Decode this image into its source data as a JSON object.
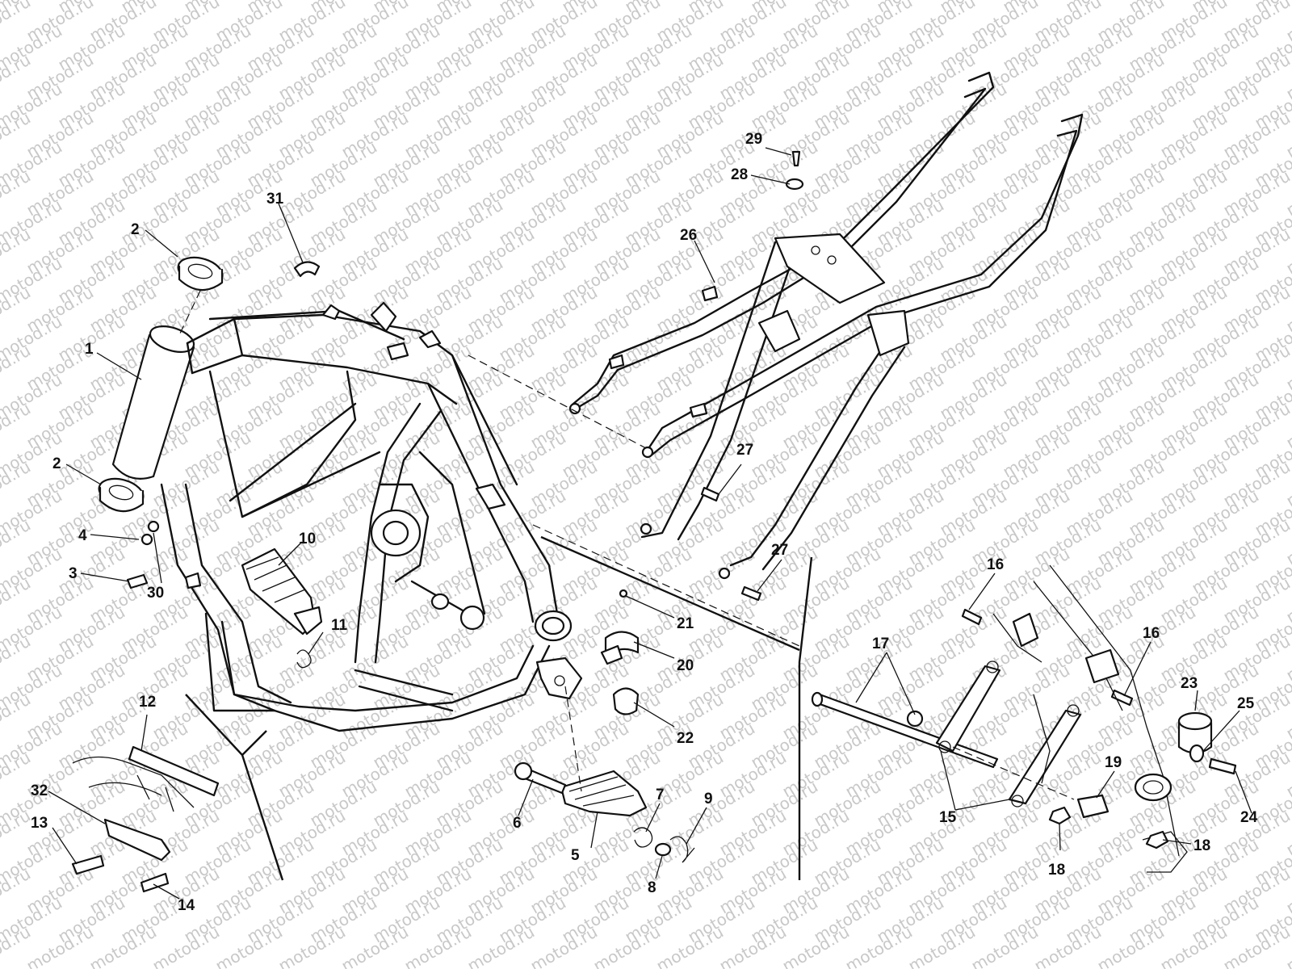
{
  "watermark": {
    "text": "motod.ru"
  },
  "callouts": [
    {
      "id": "c1",
      "label": "1"
    },
    {
      "id": "c2a",
      "label": "2"
    },
    {
      "id": "c2b",
      "label": "2"
    },
    {
      "id": "c3",
      "label": "3"
    },
    {
      "id": "c4",
      "label": "4"
    },
    {
      "id": "c5",
      "label": "5"
    },
    {
      "id": "c6",
      "label": "6"
    },
    {
      "id": "c7",
      "label": "7"
    },
    {
      "id": "c8",
      "label": "8"
    },
    {
      "id": "c9",
      "label": "9"
    },
    {
      "id": "c10",
      "label": "10"
    },
    {
      "id": "c11",
      "label": "11"
    },
    {
      "id": "c12",
      "label": "12"
    },
    {
      "id": "c13",
      "label": "13"
    },
    {
      "id": "c14",
      "label": "14"
    },
    {
      "id": "c15",
      "label": "15"
    },
    {
      "id": "c16a",
      "label": "16"
    },
    {
      "id": "c16b",
      "label": "16"
    },
    {
      "id": "c17",
      "label": "17"
    },
    {
      "id": "c18a",
      "label": "18"
    },
    {
      "id": "c18b",
      "label": "18"
    },
    {
      "id": "c19",
      "label": "19"
    },
    {
      "id": "c20",
      "label": "20"
    },
    {
      "id": "c21",
      "label": "21"
    },
    {
      "id": "c22",
      "label": "22"
    },
    {
      "id": "c23",
      "label": "23"
    },
    {
      "id": "c24",
      "label": "24"
    },
    {
      "id": "c25",
      "label": "25"
    },
    {
      "id": "c26",
      "label": "26"
    },
    {
      "id": "c27a",
      "label": "27"
    },
    {
      "id": "c27b",
      "label": "27"
    },
    {
      "id": "c28",
      "label": "28"
    },
    {
      "id": "c29",
      "label": "29"
    },
    {
      "id": "c30",
      "label": "30"
    },
    {
      "id": "c31",
      "label": "31"
    },
    {
      "id": "c32",
      "label": "32"
    }
  ]
}
